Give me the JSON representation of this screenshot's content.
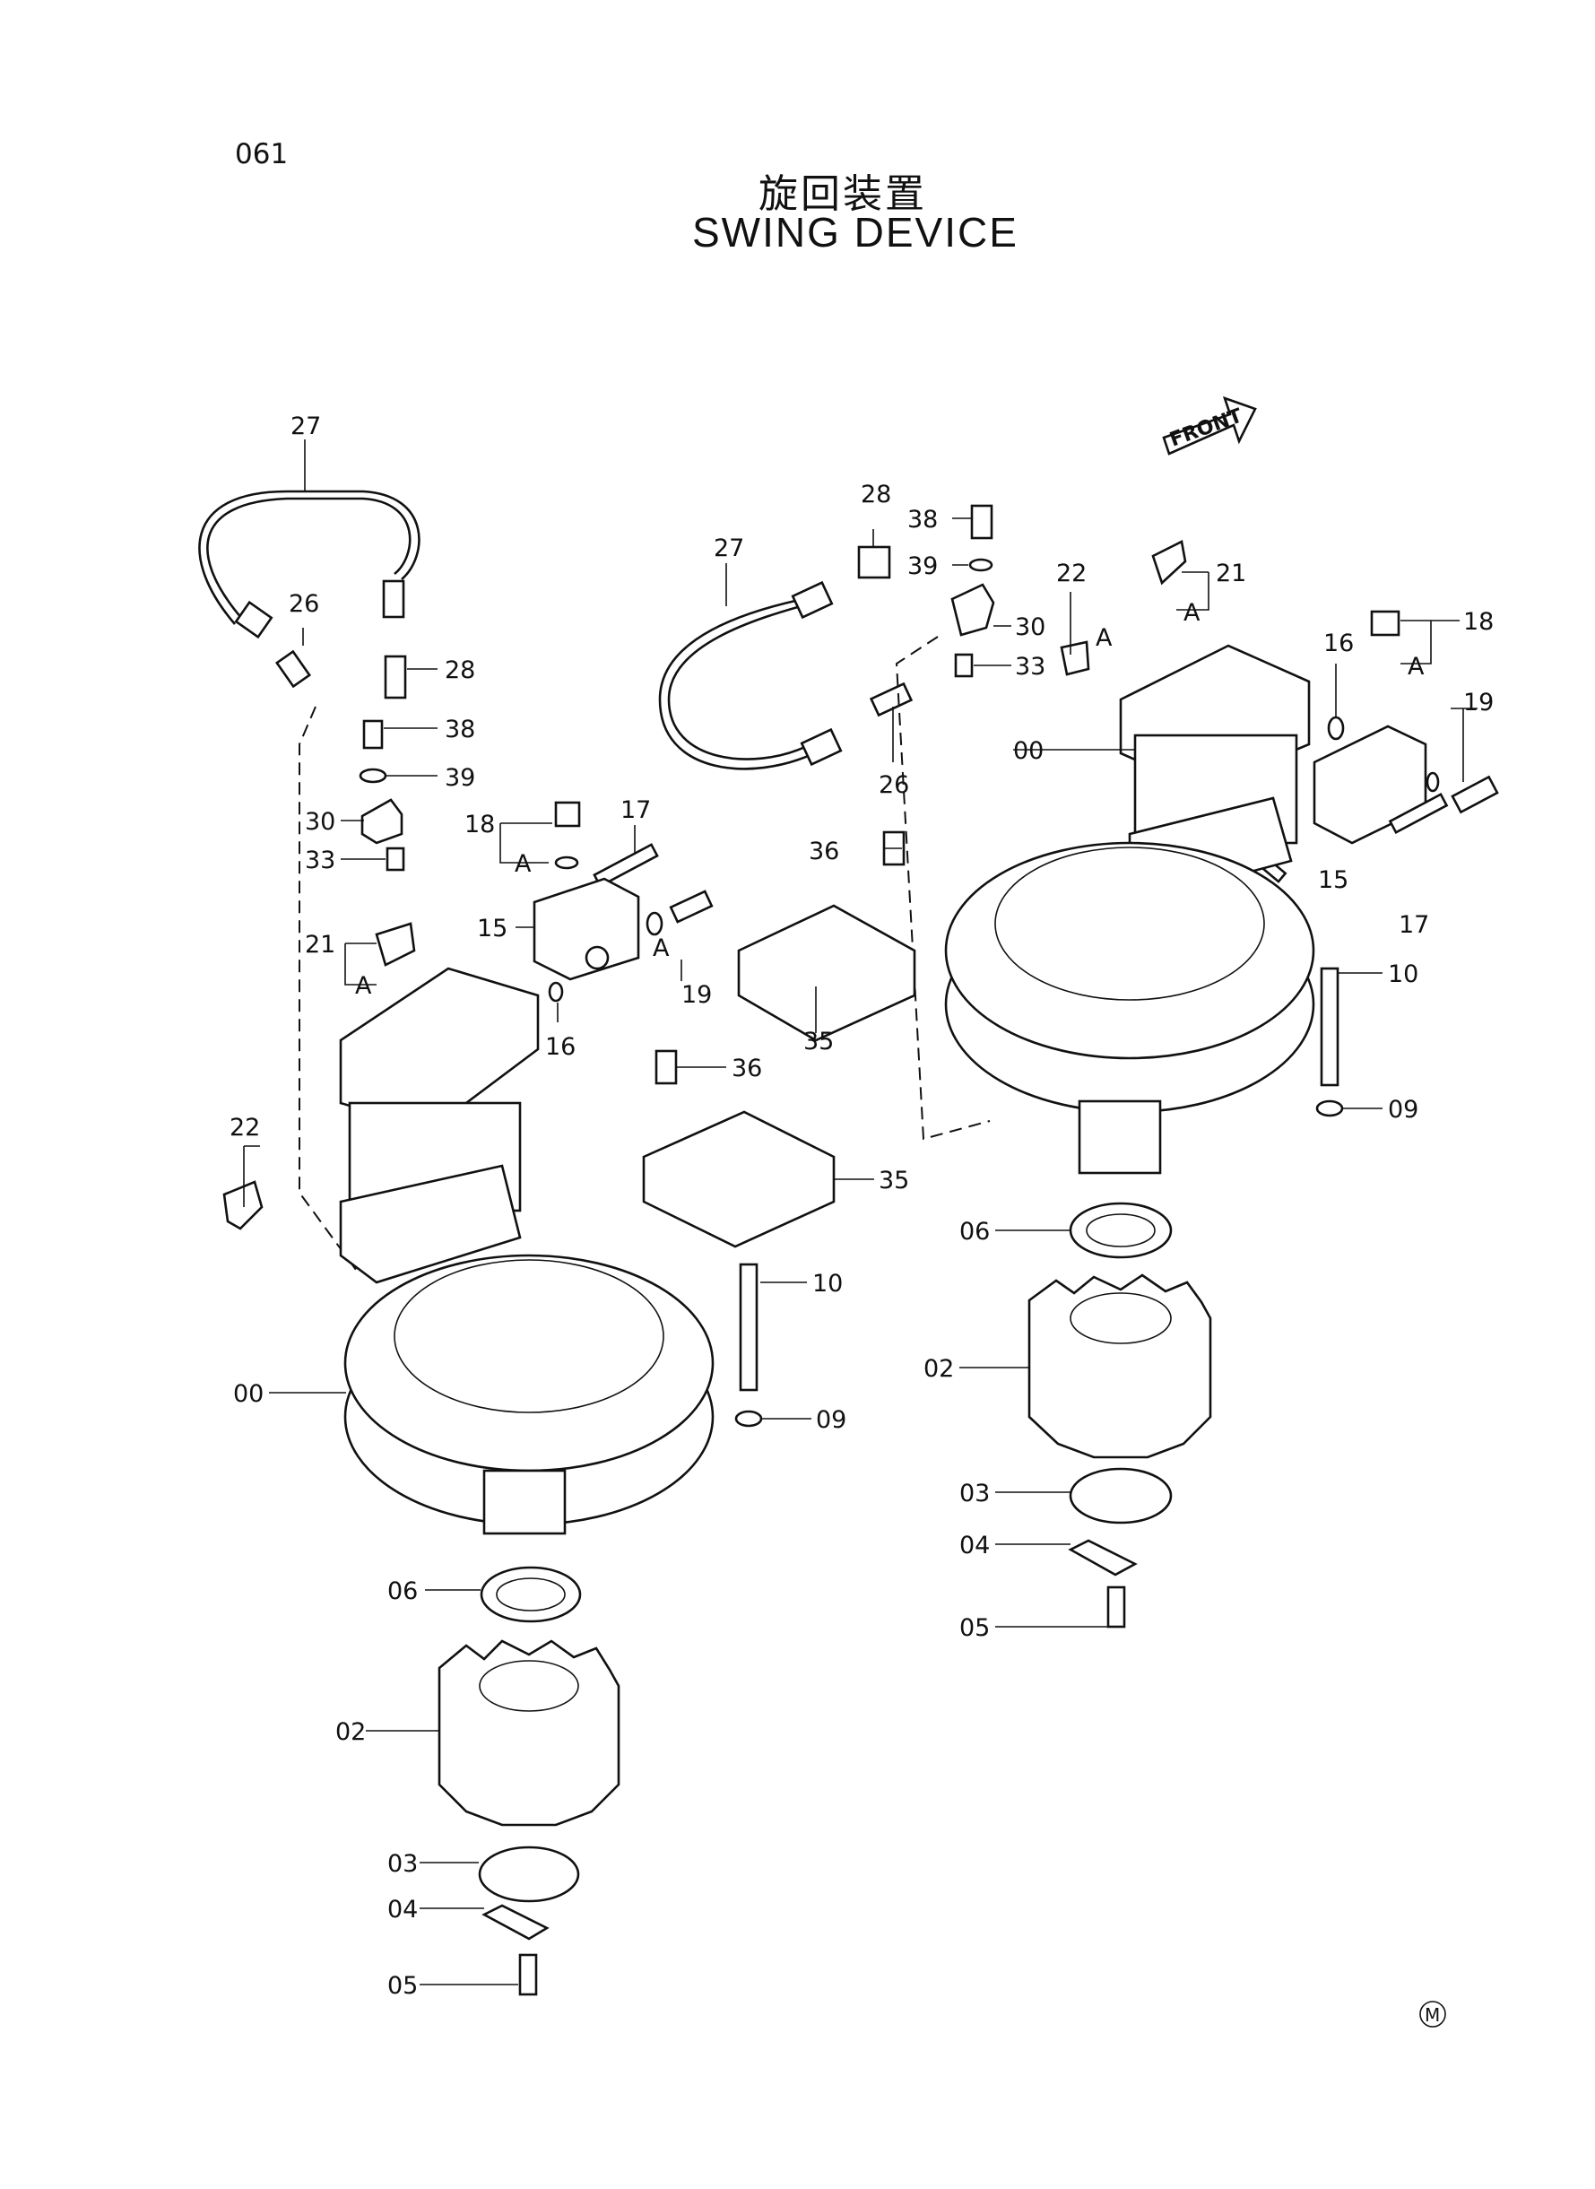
{
  "page": {
    "number": "061",
    "title_jp": "旋回装置",
    "title_en": "SWING DEVICE",
    "mark": "M"
  },
  "front_label": "FRONT",
  "callouts": {
    "l27": "27",
    "l26": "26",
    "l28": "28",
    "l38": "38",
    "l39": "39",
    "l30": "30",
    "l33": "33",
    "l18": "18",
    "l17": "17",
    "l15": "15",
    "l21": "21",
    "l16": "16",
    "l19": "19",
    "l22": "22",
    "l36": "36",
    "l35": "35",
    "l10": "10",
    "l00": "00",
    "l09": "09",
    "l06": "06",
    "l02": "02",
    "l03": "03",
    "l04": "04",
    "l05": "05",
    "lA1": "A",
    "lA2": "A",
    "lA3": "A",
    "r27": "27",
    "r28": "28",
    "r38": "38",
    "r39": "39",
    "r30": "30",
    "r33": "33",
    "r26": "26",
    "r22": "22",
    "r21": "21",
    "r18": "18",
    "r16": "16",
    "r19": "19",
    "r15": "15",
    "r17": "17",
    "r00": "00",
    "r36": "36",
    "r35": "35",
    "r10": "10",
    "r09": "09",
    "r06": "06",
    "r02": "02",
    "r03": "03",
    "r04": "04",
    "r05": "05",
    "rA1": "A",
    "rA2": "A",
    "rA3": "A"
  }
}
